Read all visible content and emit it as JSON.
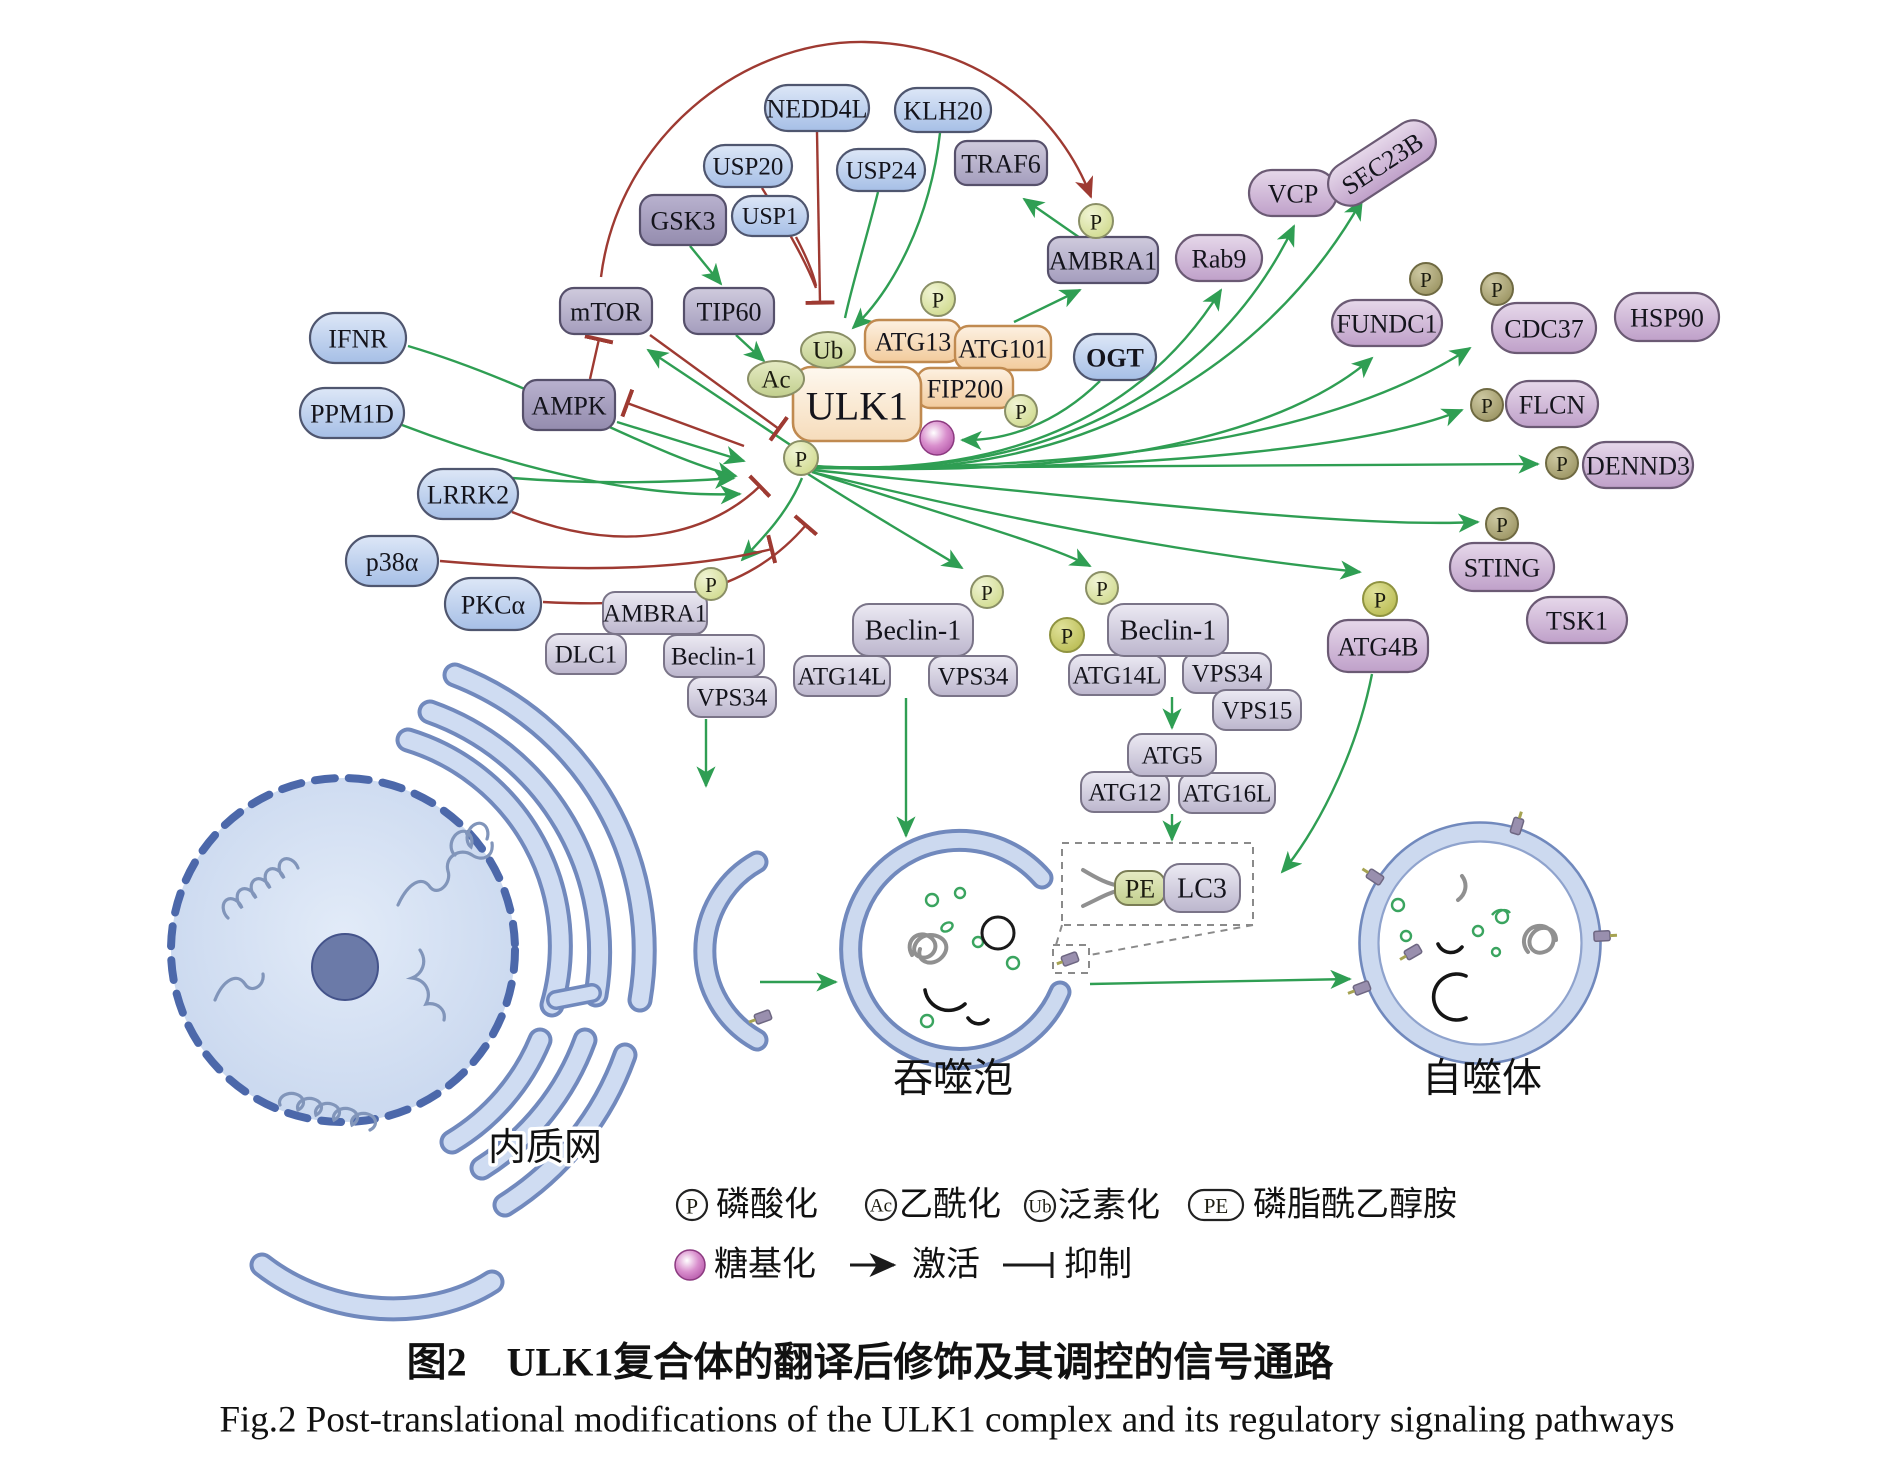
{
  "nodes": {
    "nedd4l": "NEDD4L",
    "klh20": "KLH20",
    "usp20": "USP20",
    "usp24": "USP24",
    "usp1": "USP1",
    "gsk3": "GSK3",
    "traf6": "TRAF6",
    "mtor": "mTOR",
    "tip60": "TIP60",
    "ampk": "AMPK",
    "ambra1_top": "AMBRA1",
    "ogt": "OGT",
    "rab9": "Rab9",
    "vcp": "VCP",
    "sec23b": "SEC23B",
    "fundc1": "FUNDC1",
    "cdc37": "CDC37",
    "hsp90": "HSP90",
    "flcn": "FLCN",
    "dennd3": "DENND3",
    "sting": "STING",
    "tsk1": "TSK1",
    "atg4b": "ATG4B",
    "ifnr": "IFNR",
    "ppm1d": "PPM1D",
    "lrrk2": "LRRK2",
    "p38a": "p38α",
    "pkca": "PKCα",
    "ulk1": "ULK1",
    "atg13": "ATG13",
    "atg101": "ATG101",
    "fip200": "FIP200",
    "ambra1_low": "AMBRA1",
    "dlc1": "DLC1",
    "beclin1_low": "Beclin-1",
    "vps34_low": "VPS34",
    "beclin1_mid": "Beclin-1",
    "atg14l_mid": "ATG14L",
    "vps34_mid": "VPS34",
    "beclin1_r": "Beclin-1",
    "atg14l_r": "ATG14L",
    "vps34_r": "VPS34",
    "vps15": "VPS15",
    "atg5": "ATG5",
    "atg12": "ATG12",
    "atg16l": "ATG16L",
    "lc3": "LC3"
  },
  "badges": {
    "p": "P",
    "ac": "Ac",
    "ub": "Ub",
    "pe": "PE"
  },
  "labels": {
    "er": "内质网",
    "phagophore": "吞噬泡",
    "autophagosome": "自噬体"
  },
  "legend": {
    "p_label": "磷酸化",
    "ac_label": "乙酰化",
    "ub_label": "泛素化",
    "pe_label": "磷脂酰乙醇胺",
    "glyco_label": "糖基化",
    "activate_label": "激活",
    "inhibit_label": "抑制"
  },
  "caption": {
    "zh": "图2　ULK1复合体的翻译后修饰及其调控的信号通路",
    "en": "Fig.2  Post-translational modifications of the ULK1 complex and its regulatory signaling pathways"
  },
  "colors": {
    "activate": "#2f9e53",
    "inhibit": "#9e3a32",
    "membrane": "#ccd9ef",
    "glyco_sphere": "#b857a8"
  }
}
